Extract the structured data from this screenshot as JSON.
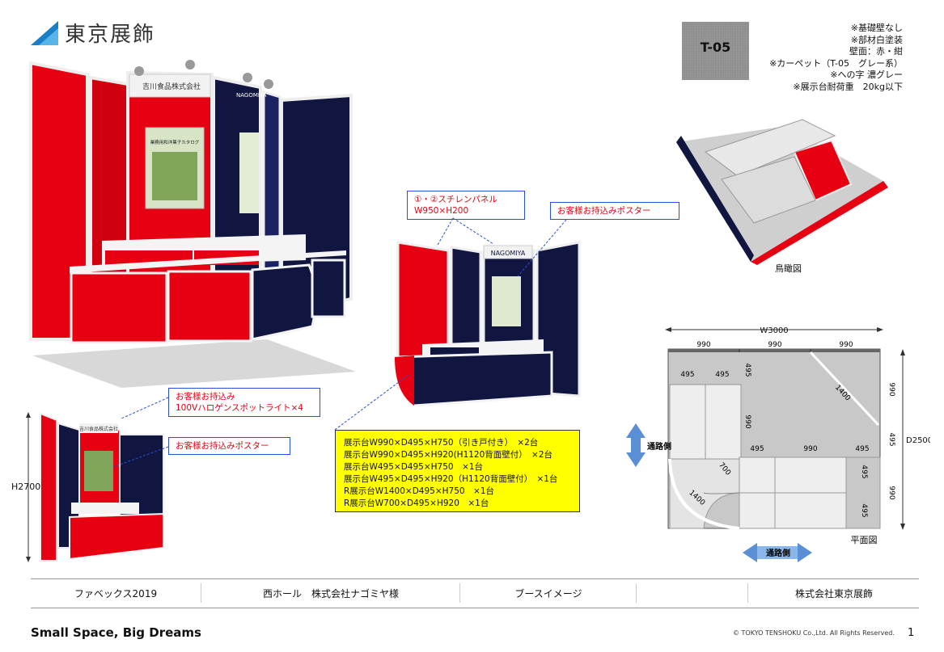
{
  "logo": {
    "text": "東京展飾"
  },
  "swatch": {
    "label": "T-05"
  },
  "notes": [
    "※基礎壁なし",
    "※部材白塗装",
    "壁面：赤・紺",
    "※カーペット（T-05　グレー系）",
    "※への字 濃グレー",
    "※展示台耐荷重　20kg以下"
  ],
  "main_render": {
    "header_sign": "吉川食品株式会社",
    "right_sign": "NAGOMIYA",
    "poster_title": "業務用和洋菓子カタログ"
  },
  "mid_render": {
    "sign": "NAGOMIYA"
  },
  "small_render": {
    "sign": "吉川食品株式会社"
  },
  "callouts": {
    "panel": [
      "①・②スチレンパネル",
      "W950×H200"
    ],
    "poster_mid": "お客様お持込みポスター",
    "spotlight": [
      "お客様お持込み",
      "100Vハロゲンスポットライト×4"
    ],
    "poster_left": "お客様お持込みポスター"
  },
  "fixtures": [
    "展示台W990×D495×H750（引き戸付き）　×2台",
    "展示台W990×D495×H920(H1120背面壁付）　×2台",
    "展示台W495×D495×H750　×1台",
    "展示台W495×D495×H920（H1120背面壁付）　×1台",
    "R展示台W1400×D495×H750　×1台",
    "R展示台W700×D495×H920　×1台"
  ],
  "height_label": "H2700",
  "aerial_label": "鳥瞰図",
  "plan": {
    "label": "平面図",
    "width_total": "W3000",
    "depth_total": "D2500",
    "top_dims": [
      "990",
      "990",
      "990"
    ],
    "d495_a": "495",
    "d495_b": "495",
    "d495_c": "495",
    "d990_a": "990",
    "d1400": "1400",
    "d990_v": "990",
    "mid_dims": [
      "495",
      "990",
      "495"
    ],
    "r700": "700",
    "r1400": "1400",
    "right_v": [
      "990",
      "495",
      "990"
    ],
    "inner_v": [
      "495",
      "495"
    ],
    "aisle_left": "通路側",
    "aisle_bottom": "通路側"
  },
  "footer": {
    "event": "ファベックス2019",
    "hall": "西ホール　株式会社ナゴミヤ様",
    "type": "ブースイメージ",
    "company": "株式会社東京展飾"
  },
  "tagline": "Small Space, Big Dreams",
  "copyright": "© TOKYO TENSHOKU Co.,Ltd. All Rights Reserved.",
  "page_number": "1",
  "colors": {
    "booth_red": "#e60012",
    "booth_navy": "#101640",
    "callout_red": "#e60012",
    "highlight_yellow": "#ffff00",
    "logo_blue": "#1a7ec8"
  }
}
